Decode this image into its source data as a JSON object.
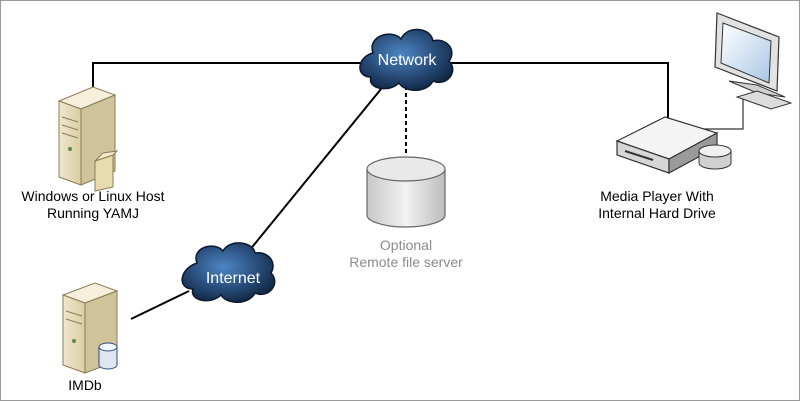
{
  "nodes": {
    "network": {
      "label": "Network"
    },
    "internet": {
      "label": "Internet"
    },
    "host": {
      "line1": "Windows or Linux Host",
      "line2": "Running YAMJ"
    },
    "file_server": {
      "line1": "Optional",
      "line2": "Remote file server"
    },
    "media_player": {
      "line1": "Media Player With",
      "line2": "Internal Hard Drive"
    },
    "imdb": {
      "label": "IMDb"
    }
  },
  "colors": {
    "link_line": "#000000",
    "cloud_fill": "#1f3a5e",
    "cloud_highlight": "#4d86c2",
    "optional_text": "#8c8c8c",
    "server_beige": "#ece3c6",
    "disk_gray": "#d9d9d9"
  }
}
